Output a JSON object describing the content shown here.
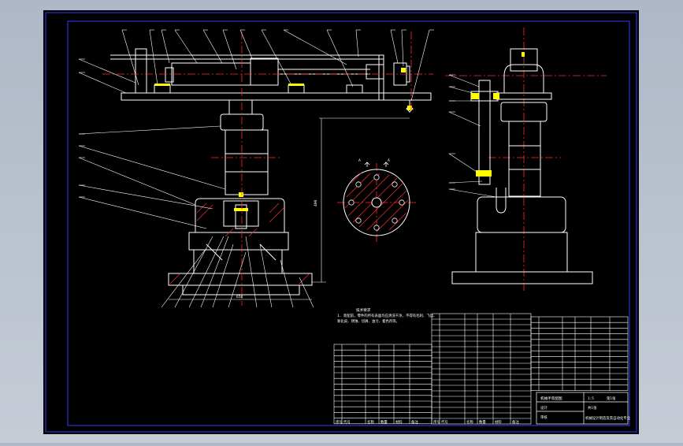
{
  "drawing": {
    "colors": {
      "background": "#aeb8c6",
      "sheet": "#000000",
      "border": "#2a2aff",
      "geometry": "#ffffff",
      "centerline": "#ff2a2a",
      "section_hatch": "#ff2a2a",
      "callout": "#ffffff",
      "bolt": "#ffffff",
      "highlight": "#ffff00"
    },
    "dimension_vertical": "400",
    "dimension_bottom": "650",
    "section_marks": [
      "A",
      "A"
    ],
    "tech_requirements": {
      "title": "技术要求",
      "lines": [
        "1. 装配前，零件的所有表面均应清洗干净，不得有毛刺、飞边、",
        "氧化皮、锈蚀、切屑、油污、着色剂等。"
      ]
    },
    "title_block": {
      "drawing_title": "机械手装配图",
      "scale": "1:5",
      "sheet_label": "第1张",
      "designer_label": "设计",
      "checker_label": "审核",
      "school": "机械设计制造及其自动化专业",
      "sheet_count": "共1张"
    },
    "bom_header": [
      "序号",
      "代号",
      "名称",
      "数量",
      "材料",
      "备注"
    ]
  },
  "icons": [
    "drawing-border-frame",
    "bolt-icon",
    "section-arrow-icon"
  ]
}
